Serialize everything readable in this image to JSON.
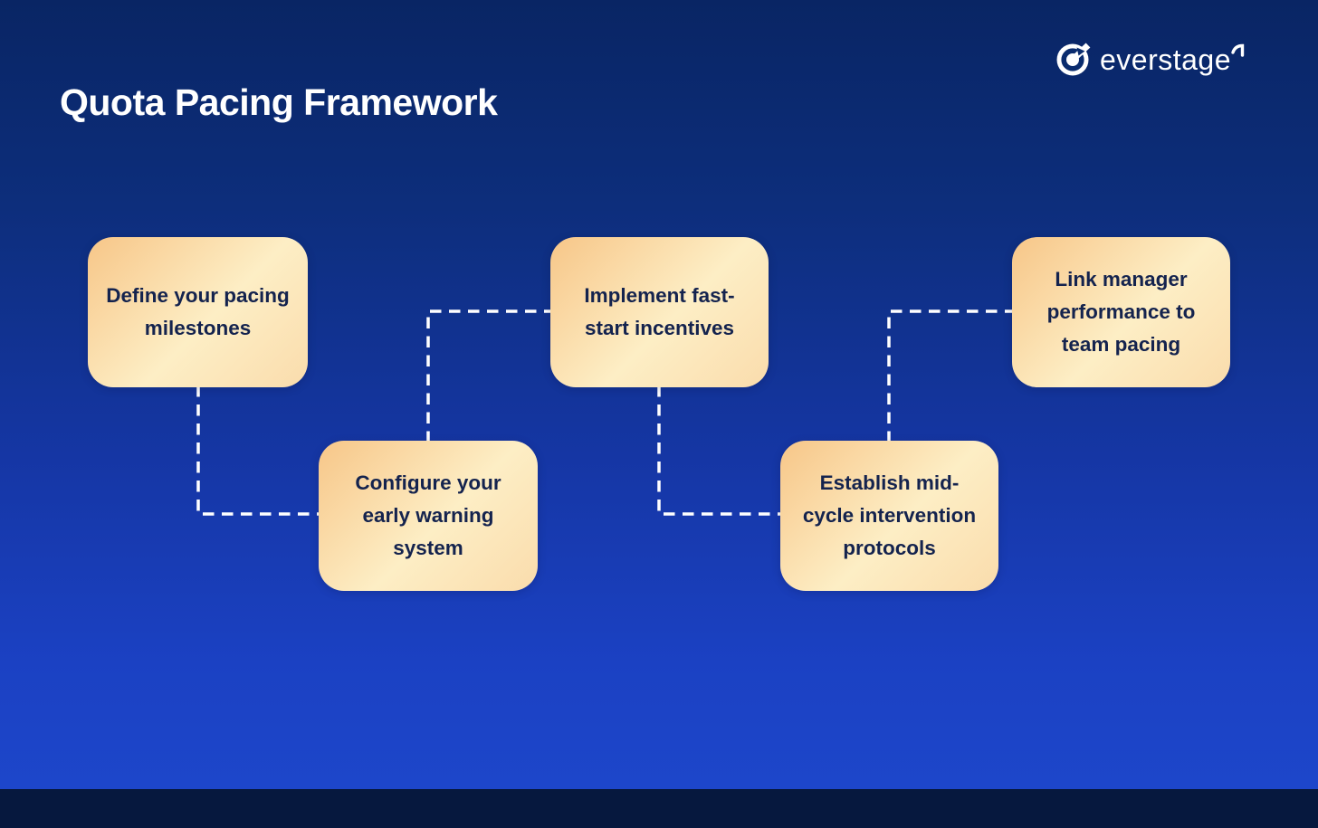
{
  "title": "Quota Pacing Framework",
  "brand": {
    "name": "everstage",
    "icon": "everstage-circular-arrow-logo"
  },
  "colors": {
    "background_top": "#092564",
    "background_bottom": "#1D46CA",
    "footer_bar": "#06183E",
    "card_gradient_start": "#F7C688",
    "card_gradient_mid": "#FDEEC5",
    "card_gradient_end": "#FADCAC",
    "card_text": "#14234E",
    "connector": "#FFFFFF",
    "title_text": "#FFFFFF"
  },
  "cards": [
    {
      "label": "Define your pacing milestones"
    },
    {
      "label": "Configure your early warning system"
    },
    {
      "label": "Implement fast-start incentives"
    },
    {
      "label": "Establish mid-cycle intervention protocols"
    },
    {
      "label": "Link manager performance to team pacing"
    }
  ],
  "connections": [
    {
      "from": "Define your pacing milestones",
      "to": "Configure your early warning system",
      "style": "dashed-elbow"
    },
    {
      "from": "Configure your early warning system",
      "to": "Implement fast-start incentives",
      "style": "dashed-elbow"
    },
    {
      "from": "Implement fast-start incentives",
      "to": "Establish mid-cycle intervention protocols",
      "style": "dashed-elbow"
    },
    {
      "from": "Establish mid-cycle intervention protocols",
      "to": "Link manager performance to team pacing",
      "style": "dashed-elbow"
    }
  ]
}
